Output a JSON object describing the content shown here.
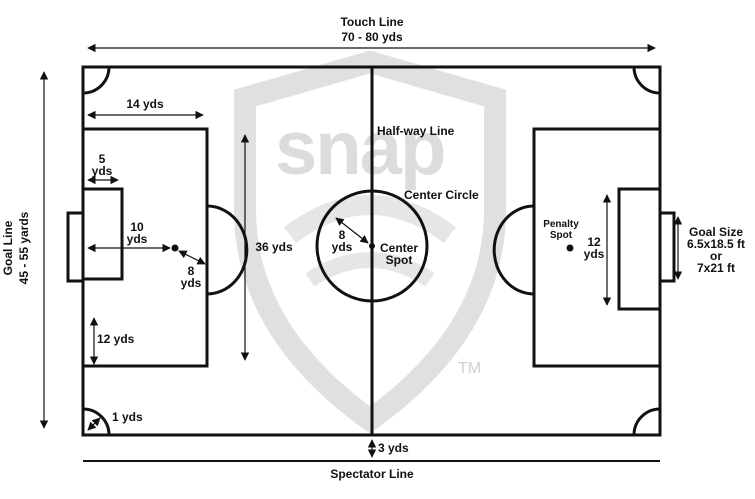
{
  "diagram": {
    "touch_line": {
      "title": "Touch Line",
      "value": "70 - 80 yds"
    },
    "goal_line": {
      "title": "Goal Line",
      "value": "45 - 55 yards"
    },
    "spectator_line": "Spectator Line",
    "labels": {
      "fourteen_yds": "14 yds",
      "five_yds": [
        "5",
        "yds"
      ],
      "ten_yds": [
        "10",
        "yds"
      ],
      "eight_left": [
        "8",
        "yds"
      ],
      "thirty_six_yds": "36 yds",
      "twelve_yds_left": "12 yds",
      "one_yds": "1 yds",
      "halfway_line": "Half-way Line",
      "center_circle": "Center Circle",
      "eight_center": [
        "8",
        "yds"
      ],
      "center_spot": [
        "Center",
        "Spot"
      ],
      "penalty_spot": [
        "Penalty",
        "Spot"
      ],
      "twelve_yds_right": [
        "12",
        "yds"
      ],
      "goal_size": [
        "Goal Size",
        "6.5x18.5 ft",
        "or",
        "7x21 ft"
      ],
      "three_yds": "3 yds"
    },
    "watermark": {
      "text": "snap",
      "tm": "TM"
    }
  }
}
